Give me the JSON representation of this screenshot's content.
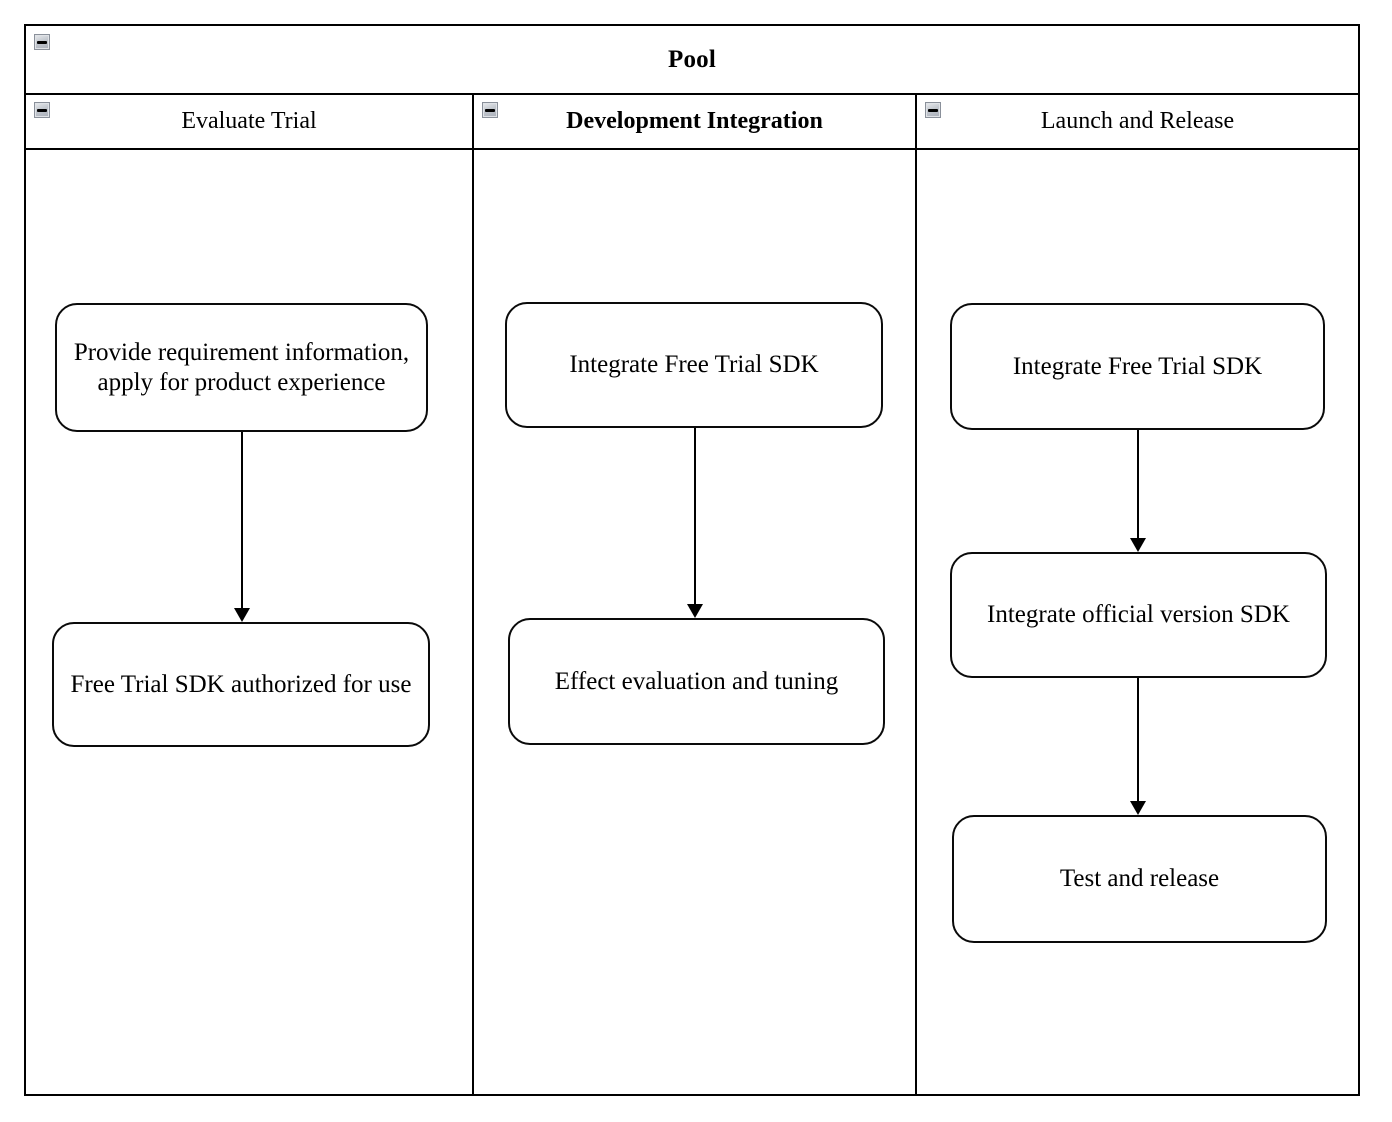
{
  "pool": {
    "title": "Pool"
  },
  "lanes": [
    {
      "label": "Evaluate Trial",
      "bold": false,
      "nodes": [
        {
          "label": "Provide requirement information, apply for product experience"
        },
        {
          "label": "Free Trial SDK authorized for use"
        }
      ],
      "edges": [
        {
          "from": 0,
          "to": 1
        }
      ]
    },
    {
      "label": "Development Integration",
      "bold": true,
      "nodes": [
        {
          "label": "Integrate Free Trial SDK"
        },
        {
          "label": "Effect evaluation and tuning"
        }
      ],
      "edges": [
        {
          "from": 0,
          "to": 1
        }
      ]
    },
    {
      "label": "Launch and Release",
      "bold": false,
      "nodes": [
        {
          "label": "Integrate Free Trial SDK"
        },
        {
          "label": "Integrate official version SDK"
        },
        {
          "label": "Test and release"
        }
      ],
      "edges": [
        {
          "from": 0,
          "to": 1
        },
        {
          "from": 1,
          "to": 2
        }
      ]
    }
  ],
  "icons": {
    "collapse": "minus"
  },
  "colors": {
    "line": "#000000",
    "background": "#ffffff",
    "button_face": "#c3c8cf",
    "button_border": "#8a909a"
  }
}
